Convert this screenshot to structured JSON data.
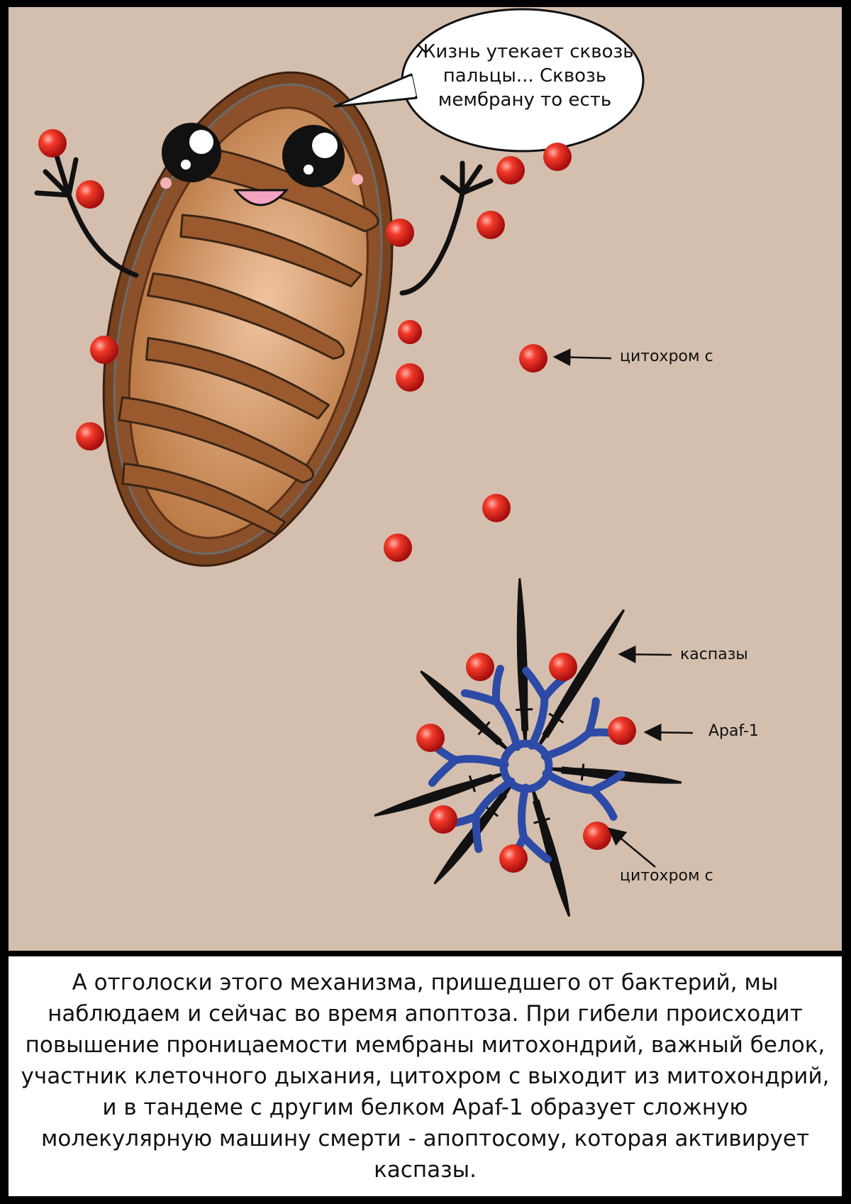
{
  "speech_bubble": "Жизнь утекает сквозь пальцы... Сквозь мембрану то есть",
  "labels": {
    "cytochrome_top": "цитохром с",
    "caspases": "каспазы",
    "apaf": "Apaf-1",
    "cytochrome_bottom": "цитохром с"
  },
  "caption": "А отголоски этого механизма, пришедшего от бактерий, мы наблюдаем и сейчас во время апоптоза. При гибели происходит повышение проницаемости мембраны митохондрий, важный белок, участник клеточного дыхания, цитохром с выходит из митохондрий, и в тандеме с другим белком Apaf-1 образует сложную молекулярную машину смерти - апоптосому, которая активирует каспазы.",
  "colors": {
    "background": "#d4bfae",
    "mitochondrion_outer": "#8a4f24",
    "mitochondrion_inner": "#e9b894",
    "cytochrome": "#e21f1f",
    "apaf": "#2d4aa6"
  }
}
